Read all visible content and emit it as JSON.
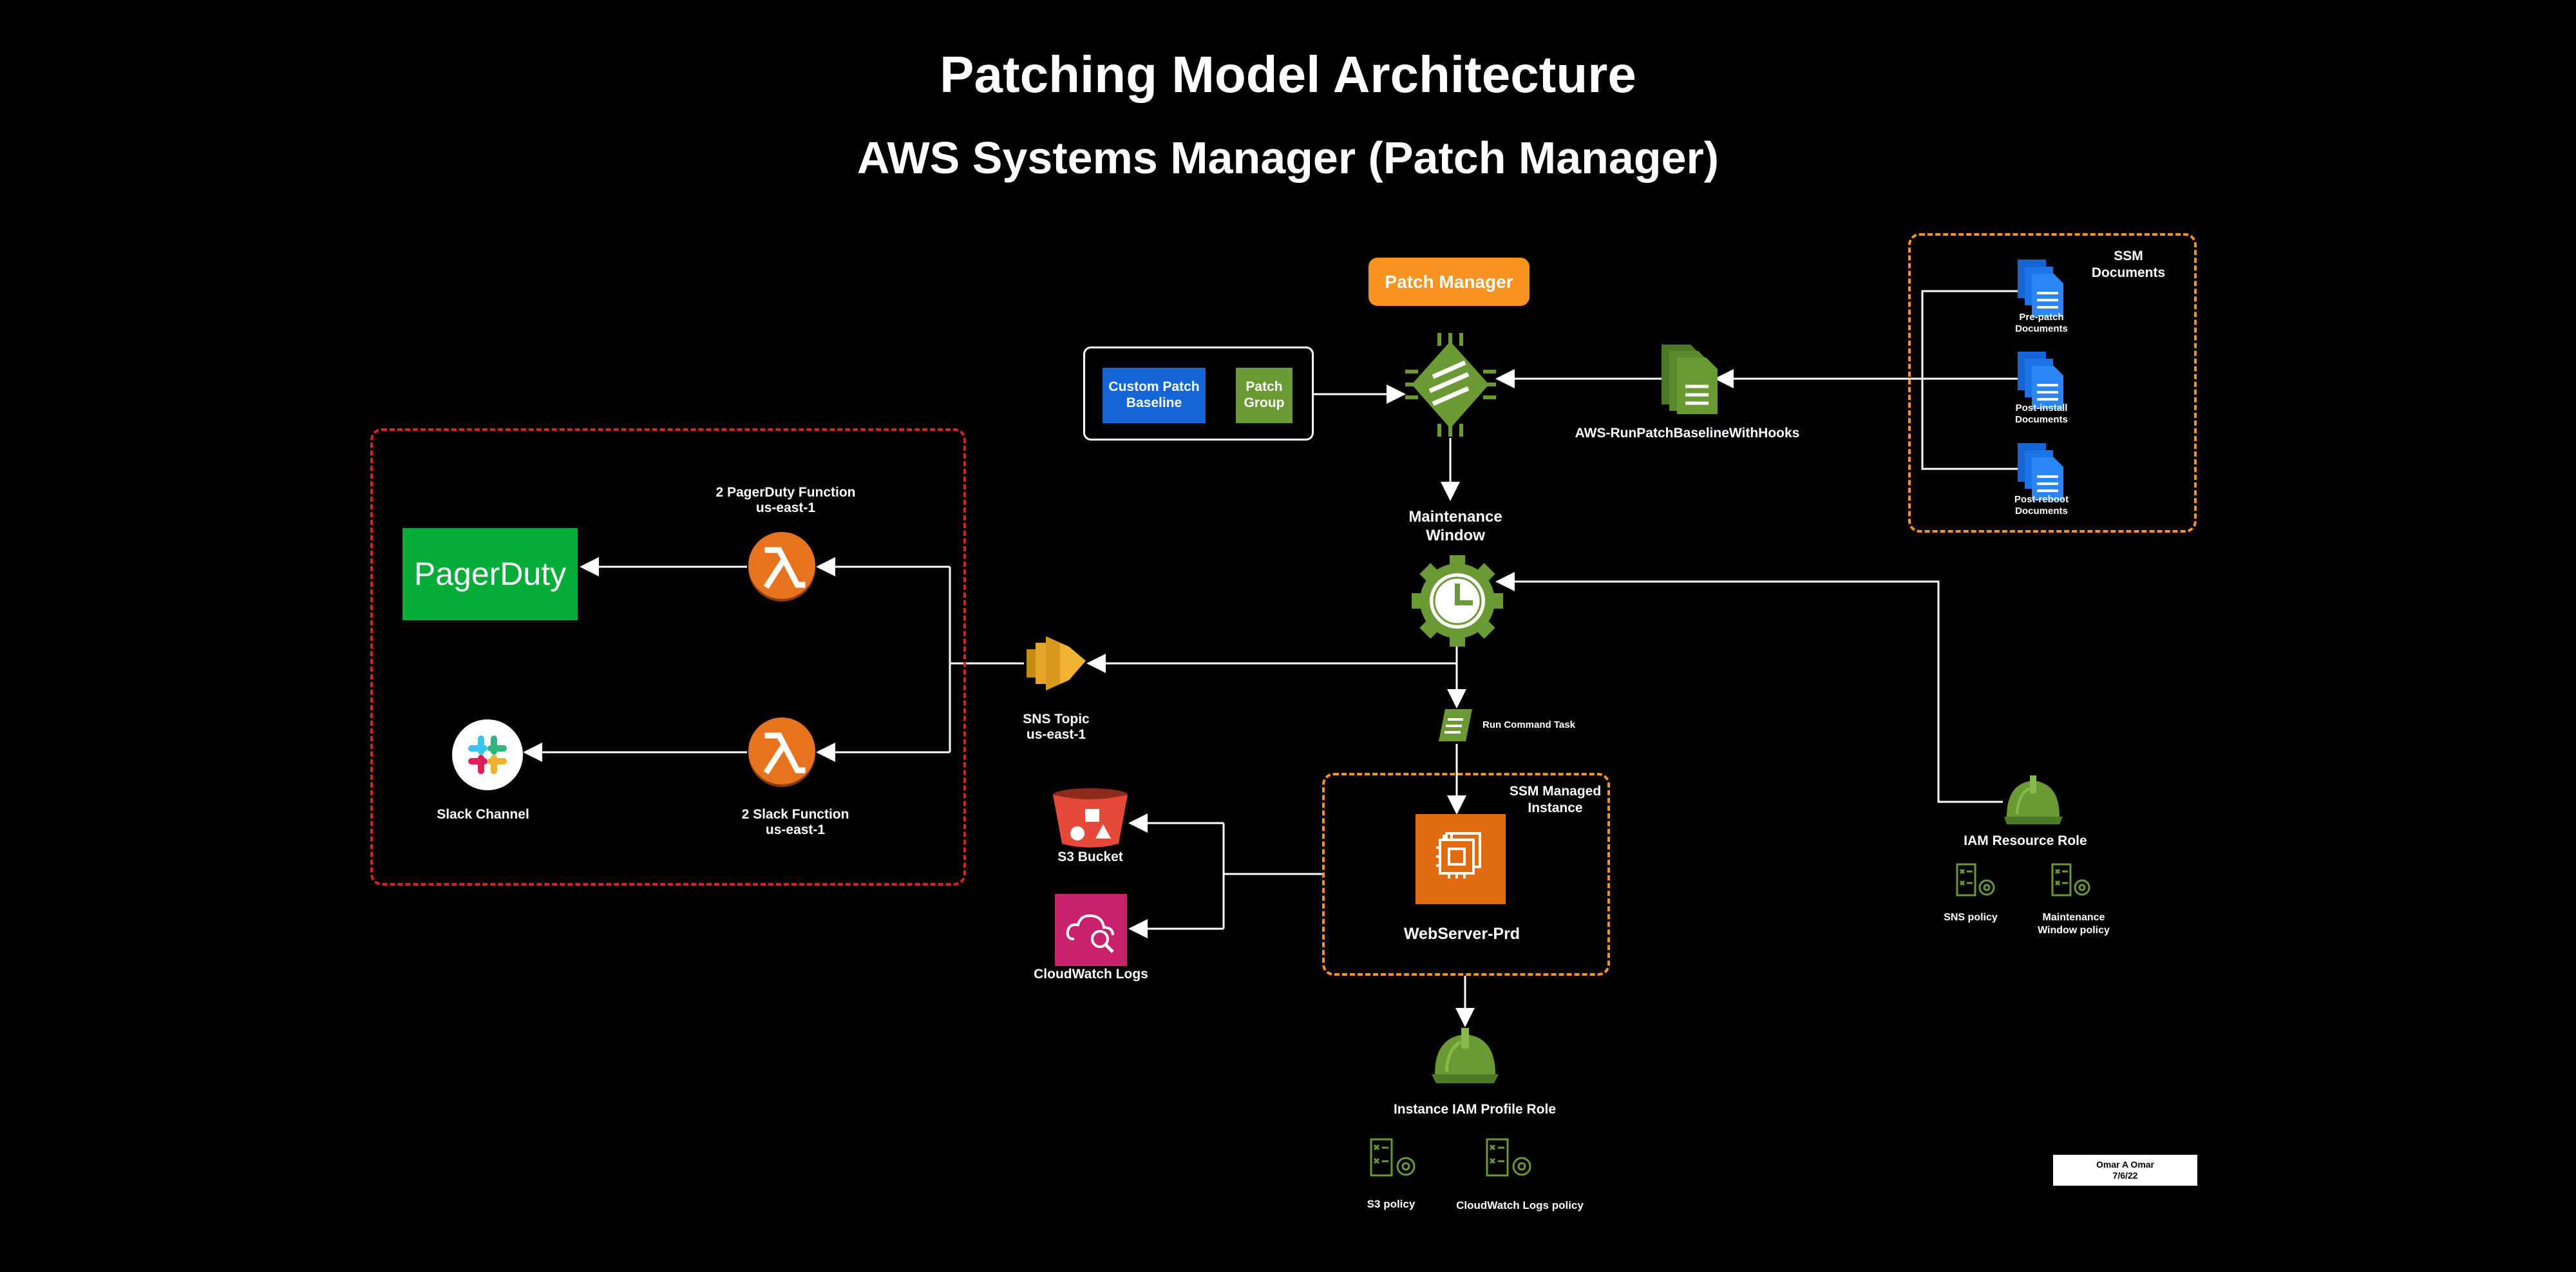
{
  "title": "Patching Model Architecture",
  "subtitle": "AWS Systems Manager (Patch Manager)",
  "patch_manager": {
    "label": "Patch Manager",
    "color": "#f7931e"
  },
  "baseline": {
    "custom_patch_baseline": "Custom Patch Baseline",
    "patch_group": "Patch Group"
  },
  "run_patch_doc": "AWS-RunPatchBaselineWithHooks",
  "ssm_documents": {
    "title": "SSM Documents",
    "items": [
      "Pre-patch Documents",
      "Post-install Documents",
      "Post-reboot Documents"
    ]
  },
  "maintenance_window": "Maintenance Window",
  "run_command_task": "Run Command Task",
  "sns_topic": {
    "name": "SNS Topic",
    "region": "us-east-1"
  },
  "pagerduty_function": {
    "name": "2 PagerDuty Function",
    "region": "us-east-1"
  },
  "slack_function": {
    "name": "2 Slack Function",
    "region": "us-east-1"
  },
  "pagerduty_logo": "PagerDuty",
  "slack_channel": "Slack Channel",
  "ssm_managed_instance": {
    "title": "SSM Managed Instance",
    "server": "WebServer-Prd"
  },
  "s3_bucket": "S3 Bucket",
  "cloudwatch_logs": "CloudWatch Logs",
  "iam_resource_role": "IAM Resource Role",
  "sns_policy": "SNS policy",
  "maintenance_window_policy": "Maintenance Window policy",
  "instance_profile_role": "Instance IAM Profile Role",
  "s3_policy": "S3 policy",
  "cloudwatch_logs_policy": "CloudWatch Logs policy",
  "author": {
    "name": "Omar A Omar",
    "date": "7/6/22"
  },
  "colors": {
    "orange": "#f7931e",
    "red": "#e02020",
    "green": "#6b9a34",
    "blue": "#1466d6",
    "pagerduty": "#06ac38",
    "lambda": "#e8731f"
  }
}
